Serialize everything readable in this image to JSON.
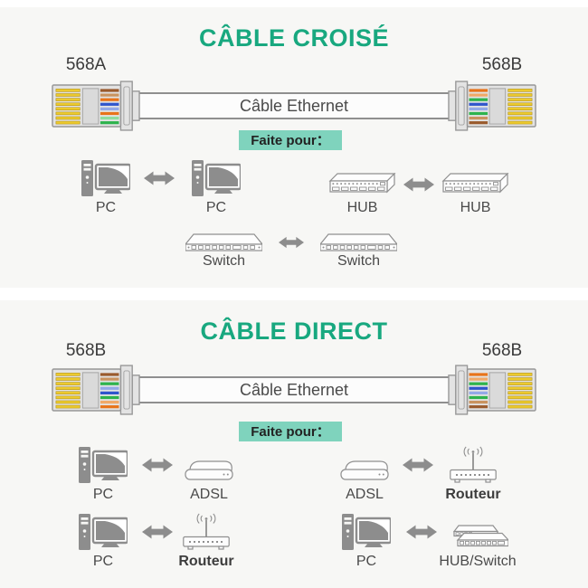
{
  "colors": {
    "accent_green": "#18a87f",
    "badge_teal": "#7fd3bd",
    "section_bg": "#f7f7f5",
    "icon_gray": "#8d8d8d",
    "text_gray": "#4a4a4a"
  },
  "icons": [
    "rj45-connector",
    "ethernet-cable",
    "pc",
    "hub",
    "switch",
    "adsl-modem",
    "wifi-router",
    "hub-switch-stack",
    "double-arrow"
  ],
  "sections": [
    {
      "title": "CÂBLE CROISÉ",
      "left_plug": {
        "label": "568A",
        "wires": [
          "#9a5b2d",
          "#c9935f",
          "#e8741a",
          "#2f55cc",
          "#93a9e8",
          "#e8741a",
          "#8fdc9f",
          "#2eb34d"
        ]
      },
      "right_plug": {
        "label": "568B",
        "wires": [
          "#e8741a",
          "#f0a968",
          "#2eb34d",
          "#2f55cc",
          "#93a9e8",
          "#2eb34d",
          "#c9935f",
          "#9a5b2d"
        ]
      },
      "cable_label": "Câble Ethernet",
      "badge_label": "Faite pour：",
      "pairs": [
        {
          "left_label": "PC",
          "right_label": "PC"
        },
        {
          "left_label": "HUB",
          "right_label": "HUB"
        },
        {
          "left_label": "Switch",
          "right_label": "Switch"
        }
      ]
    },
    {
      "title": "CÂBLE DIRECT",
      "left_plug": {
        "label": "568B",
        "wires": [
          "#9a5b2d",
          "#c9935f",
          "#2eb34d",
          "#93a9e8",
          "#2f55cc",
          "#2eb34d",
          "#f0a968",
          "#e8741a"
        ]
      },
      "right_plug": {
        "label": "568B",
        "wires": [
          "#e8741a",
          "#f0a968",
          "#2eb34d",
          "#2f55cc",
          "#93a9e8",
          "#2eb34d",
          "#c9935f",
          "#9a5b2d"
        ]
      },
      "cable_label": "Câble Ethernet",
      "badge_label": "Faite pour：",
      "pairs": [
        {
          "left_label": "PC",
          "right_label": "ADSL"
        },
        {
          "left_label": "ADSL",
          "right_label": "Routeur"
        },
        {
          "left_label": "PC",
          "right_label": "Routeur"
        },
        {
          "left_label": "PC",
          "right_label": "HUB/Switch"
        }
      ]
    }
  ]
}
